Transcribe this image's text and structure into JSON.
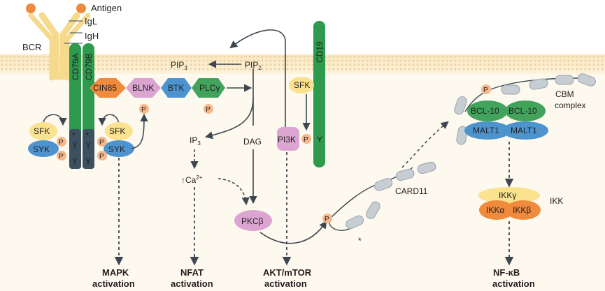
{
  "labels": {
    "bcr": "BCR",
    "antigen": "Antigen",
    "igl": "IgL",
    "igh": "IgH",
    "cd79a": "CD79A",
    "cd79b": "CD79B",
    "cd19": "CD19",
    "cin85": "CIN85",
    "blnk": "BLNK",
    "btk": "BTK",
    "plcg": "PLCγ",
    "sfk": "SFK",
    "syk": "SYK",
    "p": "P",
    "y": "Y",
    "pip3": "PIP",
    "pip3_sub": "3",
    "pip2": "PIP",
    "pip2_sub": "2",
    "ip3": "IP",
    "ip3_sub": "3",
    "ca": "↑Ca",
    "ca_sup": "2+",
    "dag": "DAG",
    "pi3k": "PI3K",
    "pkcb": "PKCβ",
    "card11": "CARD11",
    "bcl10": "BCL-10",
    "malt1": "MALT1",
    "cbm_line1": "CBM",
    "cbm_line2": "complex",
    "ikkg": "IKKγ",
    "ikka": "IKKα",
    "ikkb": "IKKβ",
    "ikk": "IKK",
    "star": "*"
  },
  "outputs": {
    "mapk": "MAPK",
    "nfat": "NFAT",
    "akt": "AKT/mTOR",
    "nfkb": "NF-κB",
    "activation": "activation"
  },
  "colors": {
    "membrane": "#fbe7c0",
    "membrane_dots": "#e9d3a1",
    "transmembrane": "#2e9a4e",
    "sfk": "#fbe28e",
    "syk": "#4d94cf",
    "phospho": "#f6b78a",
    "cin85": "#f08a3d",
    "blnk": "#dca5d1",
    "btk": "#4d94cf",
    "plcg": "#41a35c",
    "pi3k": "#dca5d1",
    "pkcb": "#dca5d1",
    "card11": "#c6cdd3",
    "bcl10": "#41a35c",
    "malt1": "#4d94cf",
    "ikkg": "#fbe28e",
    "ikk_ab": "#f08a3d",
    "arrow": "#3d4751",
    "star": "#a3262a"
  }
}
